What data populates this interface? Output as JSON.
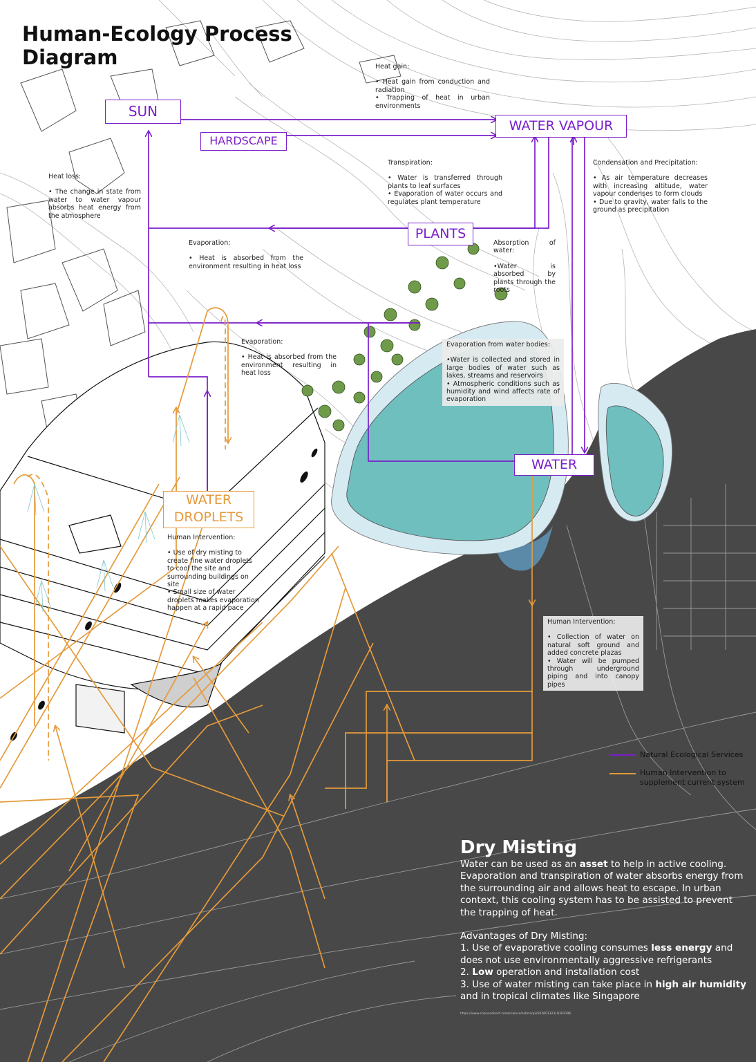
{
  "title": "Human-Ecology Process Diagram",
  "nodes": {
    "sun": "SUN",
    "hardscape": "HARDSCAPE",
    "water_vapour": "WATER VAPOUR",
    "plants": "PLANTS",
    "water": "WATER",
    "water_droplets_1": "WATER",
    "water_droplets_2": "DROPLETS"
  },
  "notes": {
    "heat_gain": {
      "heading": "Heat gain:",
      "body": "• Heat gain from conduction and radiation\n• Trapping of heat in urban environments"
    },
    "heat_loss": {
      "heading": "Heat loss:",
      "body": "• The change in state from water to water vapour absorbs heat energy from the atmosphere"
    },
    "transpiration": {
      "heading": "Transpiration:",
      "body": "• Water is transferred through plants to leaf surfaces\n• Evaporation of water occurs and regulates plant temperature"
    },
    "condensation": {
      "heading": "Condensation and Precipitation:",
      "body": "• As air temperature decreases with increasing altitude, water vapour condenses to form clouds\n• Due to gravity, water falls to the ground as precipitation"
    },
    "evaporation_1": {
      "heading": "Evaporation:",
      "body": "• Heat is absorbed from the environment resulting in heat loss"
    },
    "absorption": {
      "heading": "Absorption of water:",
      "body": "•Water is absorbed by plants through the roots"
    },
    "evaporation_2": {
      "heading": "Evaporation:",
      "body": "• Heat is absorbed from the environment resulting in heat loss"
    },
    "evaporation_bodies": {
      "heading": "Evaporation from water bodies:",
      "body": "•Water is collected and stored in large bodies of water such as lakes, streams and reservoirs\n• Atmospheric conditions such as humidity and wind affects rate of evaporation"
    },
    "human_droplets": {
      "heading": "Human Intervention:",
      "body": "• Use of dry misting to create fine water droplets to cool the site and surrounding buildings on site\n• Small size of water droplets makes evaporation happen at a rapid pace"
    },
    "human_collection": {
      "heading": "Human Intervention:",
      "body": "• Collection of water on natural soft ground and added concrete plazas\n• Water will be pumped through underground piping and into canopy pipes"
    }
  },
  "legend": {
    "natural": "Natural Ecological Services",
    "human": "Human Intervention to supplement current system"
  },
  "dry_misting": {
    "title": "Dry Misting",
    "p1_a": "Water can be used as an ",
    "p1_asset": "asset",
    "p1_b": " to help in active cooling. Evaporation and transpiration of water absorbs energy from the surrounding air and allows heat to escape. In urban context, this cooling system has to be assisted to prevent the trapping of heat.",
    "adv_title": "Advantages of Dry Misting:",
    "a1_a": "1. Use of evaporative cooling consumes ",
    "a1_bold": "less energy",
    "a1_b": " and does not use environmentally aggressive refrigerants",
    "a2_a": "2. ",
    "a2_bold": "Low",
    "a2_b": " operation and installation cost",
    "a3_a": "3. Use of water misting can take place in ",
    "a3_bold": "high air humidity",
    "a3_b": " and in tropical climates like Singapore",
    "reference": "https://www.sciencedirect.com/science/article/pii/S0360132318303196"
  },
  "colors": {
    "natural": "#7a1fc9",
    "human": "#e59a3a",
    "water_body": "#6fbfbf",
    "dark_ground": "#484848"
  }
}
